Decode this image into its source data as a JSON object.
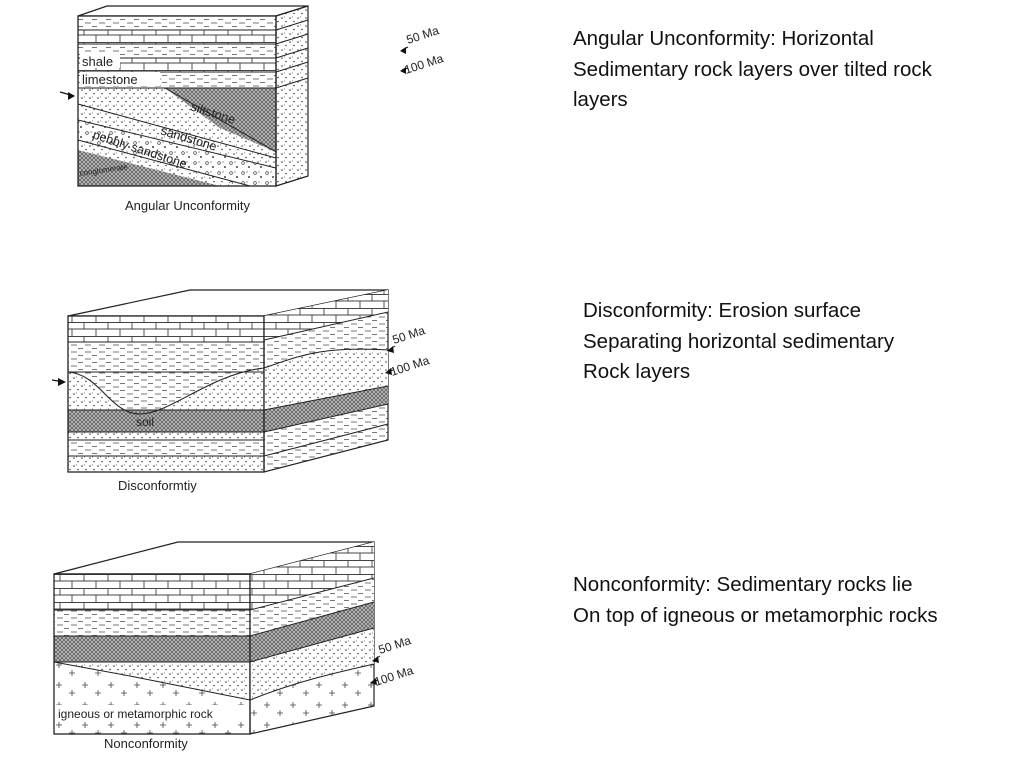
{
  "diagrams": [
    {
      "caption": "Angular Unconformity",
      "labels": {
        "upper_age": "50 Ma",
        "lower_age": "100 Ma",
        "shale": "shale",
        "limestone": "limestone",
        "siltstone": "siltstone",
        "sandstone": "sandstone",
        "pebbly_sandstone": "pebbly sandstone",
        "conglomerate": "conglomerate"
      },
      "description": [
        "Angular Unconformity:  Horizontal",
        "Sedimentary rock layers over tilted rock",
        "layers"
      ]
    },
    {
      "caption": "Disconformtiy",
      "labels": {
        "upper_age": "50 Ma",
        "lower_age": "100 Ma",
        "soil": "soil"
      },
      "description": [
        "Disconformity:  Erosion surface",
        "Separating horizontal sedimentary",
        "Rock layers"
      ]
    },
    {
      "caption": "Nonconformity",
      "labels": {
        "upper_age": "50 Ma",
        "lower_age": "100 Ma",
        "igneous": "igneous or metamorphic rock"
      },
      "description": [
        "Nonconformity:  Sedimentary rocks lie",
        "On top of igneous or metamorphic rocks"
      ]
    }
  ]
}
